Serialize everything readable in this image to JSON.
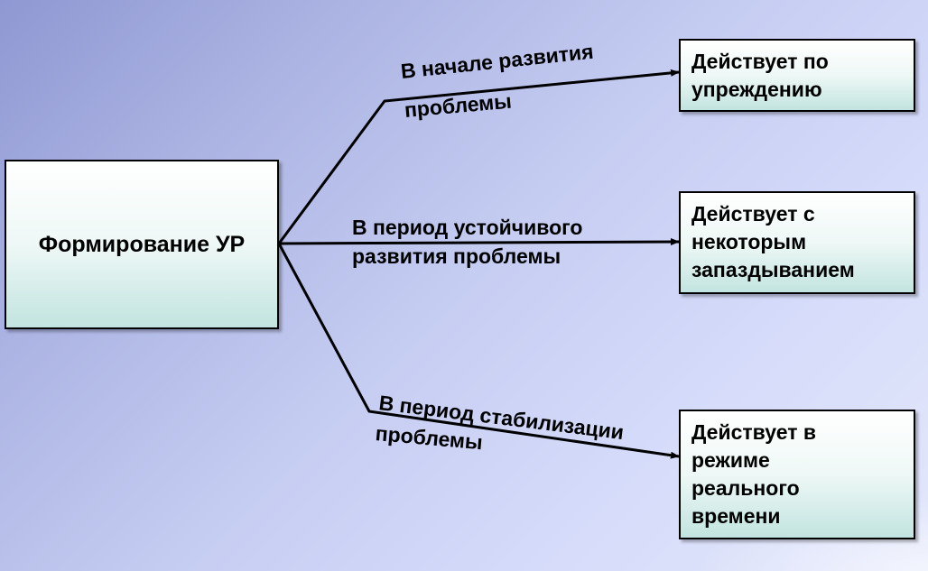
{
  "diagram": {
    "root": {
      "label": "Формирование УР"
    },
    "branches": [
      {
        "label_line1": "В  начале развития",
        "label_line2": "проблемы",
        "outcome": "Действует по\nупреждению"
      },
      {
        "label_line1": "В период устойчивого",
        "label_line2": "развития проблемы",
        "outcome": "Действует с\nнекоторым\nзапаздыванием"
      },
      {
        "label_line1": "В период стабилизации",
        "label_line2": "проблемы",
        "outcome": "Действует в\nрежиме\nреального\nвремени"
      }
    ]
  },
  "colors": {
    "background_start": "#8f98d2",
    "background_end": "#e4e8fb",
    "box_fill_top": "#ffffff",
    "box_fill_bottom": "#c2e4e0",
    "line": "#000000"
  }
}
